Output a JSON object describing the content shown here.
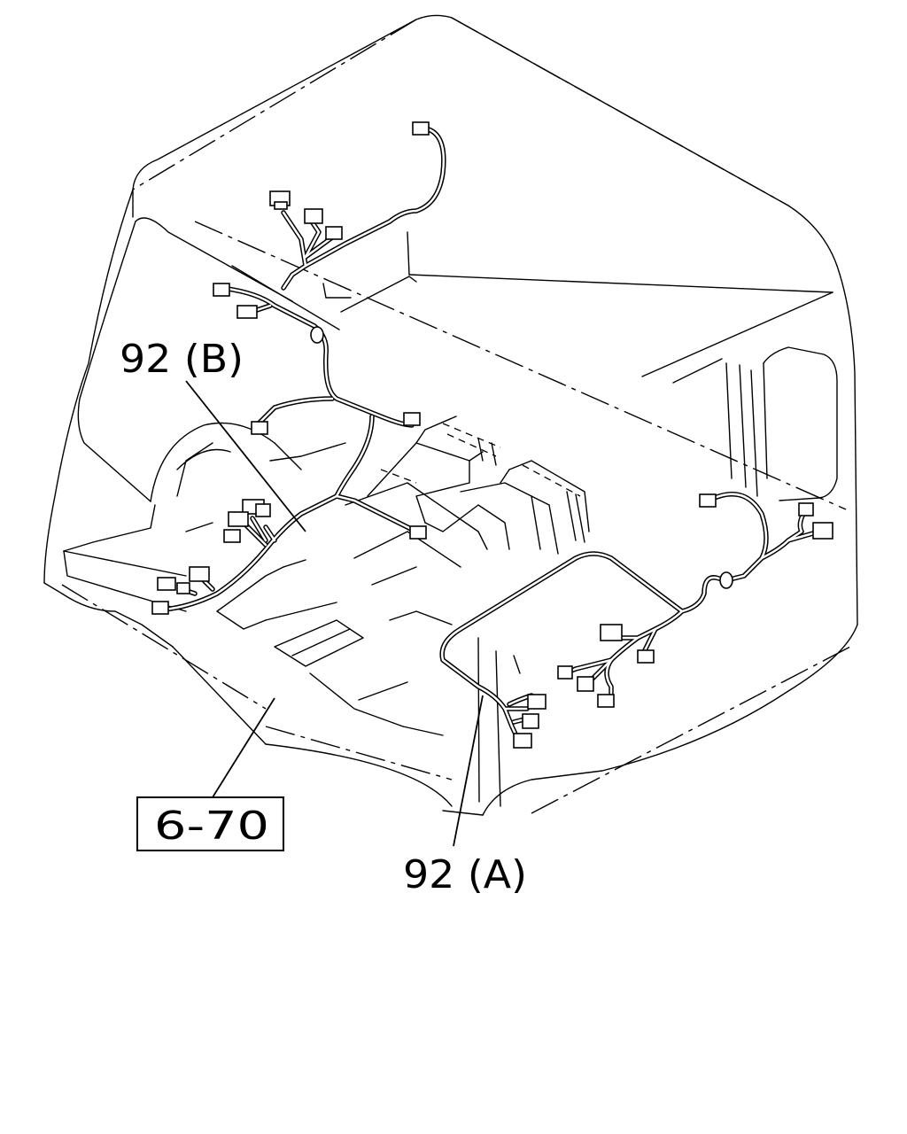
{
  "callouts": {
    "harness_b": "92 (B)",
    "harness_a": "92 (A)",
    "reference": "6-70"
  }
}
